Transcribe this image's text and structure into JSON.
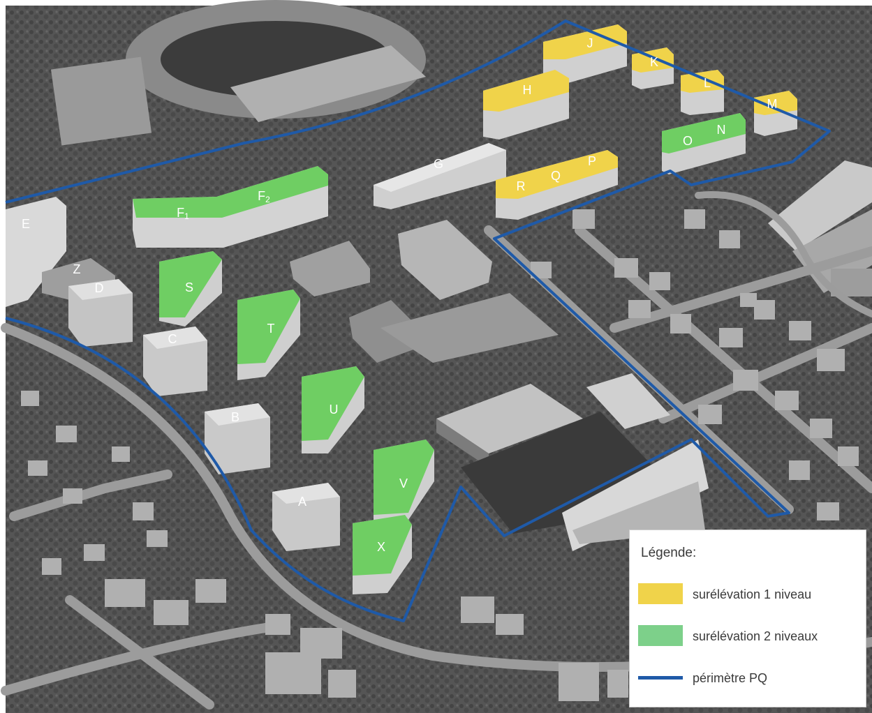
{
  "colors": {
    "one_level": "#f0d34a",
    "two_levels": "#6fce63",
    "two_levels_legend": "#7dd08a",
    "perimeter": "#1f5aa8"
  },
  "buildings": {
    "yellow": [
      "J",
      "K",
      "L",
      "M",
      "H",
      "R",
      "Q",
      "P"
    ],
    "green": [
      "O",
      "N",
      "F1",
      "F2",
      "S",
      "T",
      "U",
      "V",
      "X"
    ],
    "grey": [
      "G",
      "E",
      "Z",
      "D",
      "C",
      "B",
      "A"
    ]
  },
  "legend": {
    "title": "Légende:",
    "items": [
      {
        "label": "surélévation 1 niveau",
        "kind": "swatch",
        "color": "#f0d34a"
      },
      {
        "label": "surélévation 2 niveaux",
        "kind": "swatch",
        "color": "#7dd08a"
      },
      {
        "label": "périmètre PQ",
        "kind": "line",
        "color": "#1f5aa8"
      }
    ]
  }
}
